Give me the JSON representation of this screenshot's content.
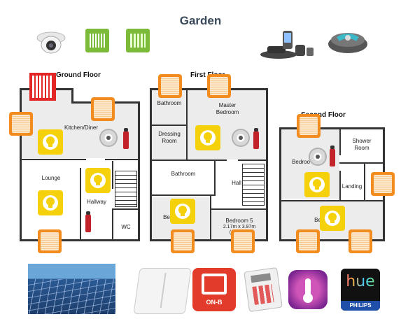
{
  "header": {
    "title": "Garden"
  },
  "garden_devices": [
    {
      "name": "security-camera-icon"
    },
    {
      "name": "awning-icon"
    },
    {
      "name": "garden-gate-icon"
    },
    {
      "name": "irrigation-controller-icon"
    },
    {
      "name": "robotic-mower-icon"
    }
  ],
  "floors": {
    "ground": {
      "title": "Ground Floor",
      "rooms": {
        "kitchen": "Kitchen/Diner",
        "lounge": "Lounge",
        "hallway": "Hallway",
        "wc": "WC"
      }
    },
    "first": {
      "title": "First Floor",
      "rooms": {
        "bathroom_top": "Bathroom",
        "master": "Master Bedroom",
        "dressing": "Dressing Room",
        "bathroom": "Bathroom",
        "hall": "Hall",
        "bedroom4": "Be",
        "bedroom5": "Bedroom 5",
        "bedroom5_dims": "2.17m x 3.97m",
        "bedroom5_extra": "("
      }
    },
    "second": {
      "title": "Second Floor",
      "rooms": {
        "bedroom": "Bedroo",
        "shower": "Shower Room",
        "landing": "Landing",
        "bedroom_low": "Be"
      }
    }
  },
  "bottom_devices": {
    "onb_label": "ON-B",
    "hue_label": "hue",
    "philips_label": "PHILIPS"
  }
}
